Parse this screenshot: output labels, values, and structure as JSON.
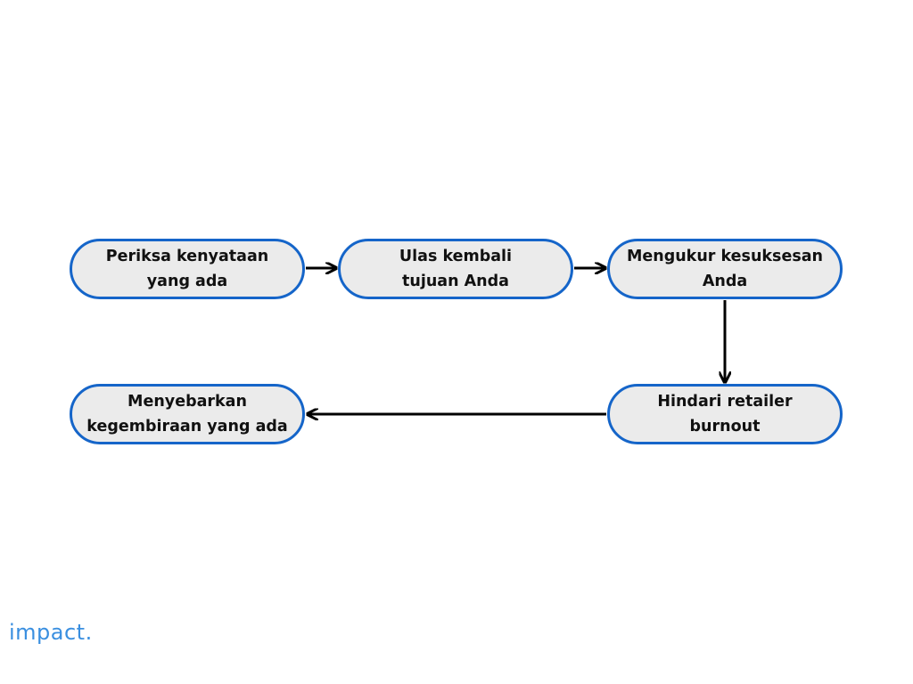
{
  "colors": {
    "node_border": "#1565c9",
    "node_fill": "#ebebeb",
    "arrow": "#000000",
    "logo": "#3a8fe0"
  },
  "nodes": [
    {
      "id": "periksa",
      "label": "Periksa kenyataan\nyang ada"
    },
    {
      "id": "ulas",
      "label": "Ulas kembali\ntujuan Anda"
    },
    {
      "id": "mengukur",
      "label": "Mengukur kesuksesan\nAnda"
    },
    {
      "id": "hindari",
      "label": "Hindari retailer\nburnout"
    },
    {
      "id": "menyebarkan",
      "label": "Menyebarkan\nkegembiraan yang ada"
    }
  ],
  "edges": [
    {
      "from": "periksa",
      "to": "ulas"
    },
    {
      "from": "ulas",
      "to": "mengukur"
    },
    {
      "from": "mengukur",
      "to": "hindari"
    },
    {
      "from": "hindari",
      "to": "menyebarkan"
    }
  ],
  "logo": {
    "text": "impact."
  }
}
